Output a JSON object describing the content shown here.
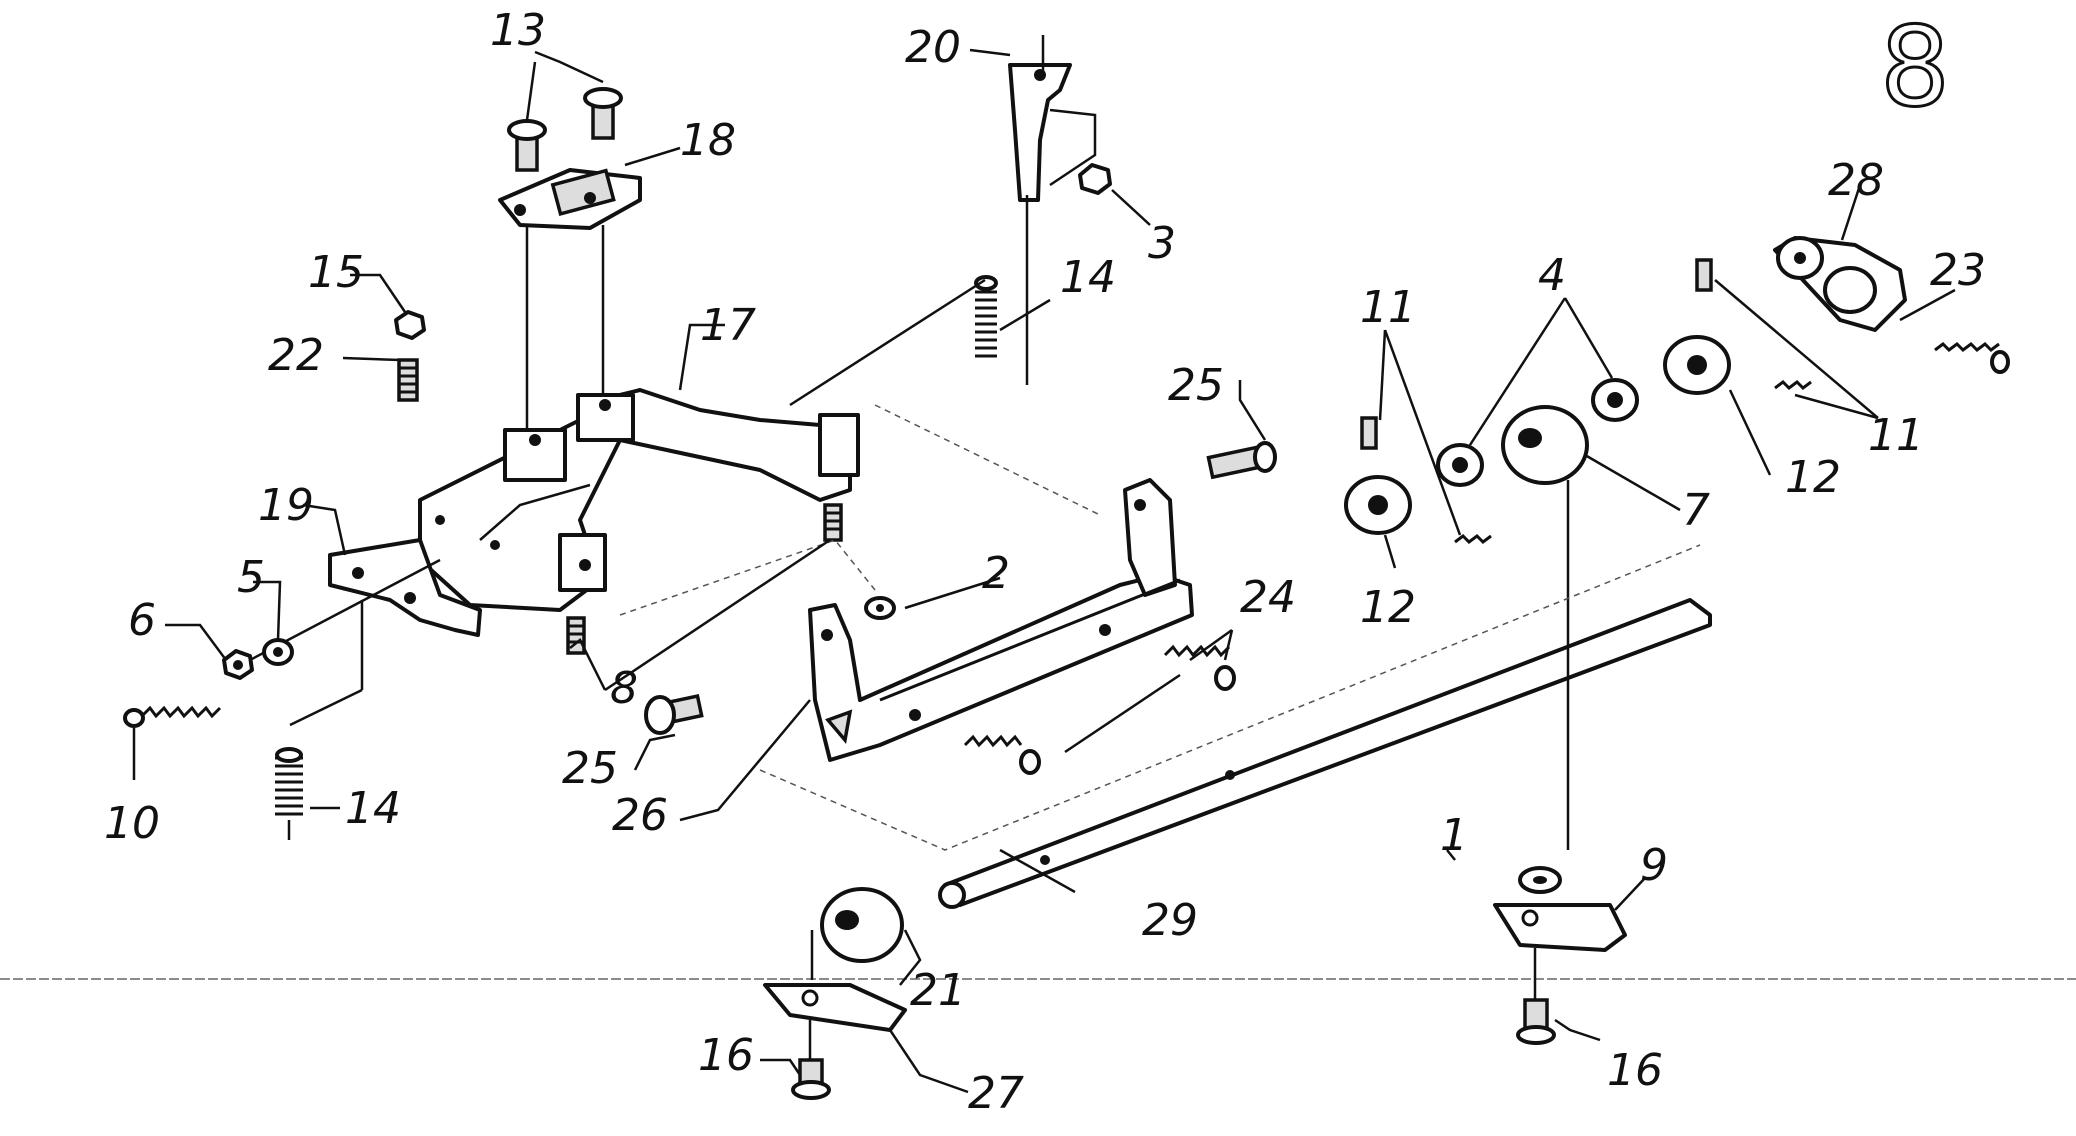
{
  "page_number": "8",
  "labels": {
    "l1": "1",
    "l2": "2",
    "l3": "3",
    "l4": "4",
    "l5": "5",
    "l6": "6",
    "l7": "7",
    "l8": "8",
    "l9": "9",
    "l10": "10",
    "l11a": "11",
    "l11b": "11",
    "l12a": "12",
    "l12b": "12",
    "l13": "13",
    "l14a": "14",
    "l14b": "14",
    "l15": "15",
    "l16a": "16",
    "l16b": "16",
    "l17": "17",
    "l18": "18",
    "l19": "19",
    "l20": "20",
    "l21": "21",
    "l22": "22",
    "l23": "23",
    "l24": "24",
    "l25a": "25",
    "l25b": "25",
    "l26": "26",
    "l27": "27",
    "l28": "28",
    "l29": "29"
  }
}
